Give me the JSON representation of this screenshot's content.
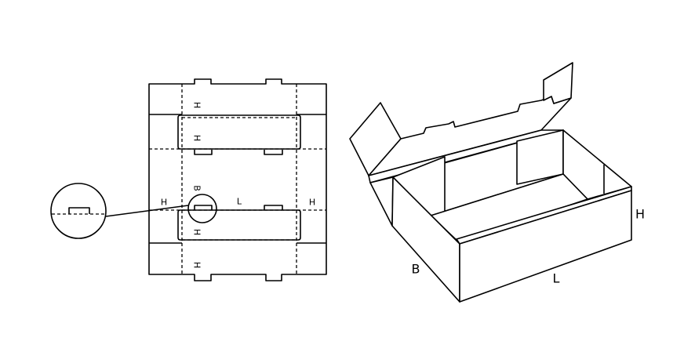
{
  "labels": {
    "flat_top_flap": "H",
    "flat_top_side": "H",
    "flat_left_end": "H",
    "flat_width": "B",
    "flat_length": "L",
    "flat_right_end": "H",
    "flat_bottom_side": "H",
    "flat_bottom_flap": "H",
    "box_height": "H",
    "box_width": "B",
    "box_length": "L"
  }
}
